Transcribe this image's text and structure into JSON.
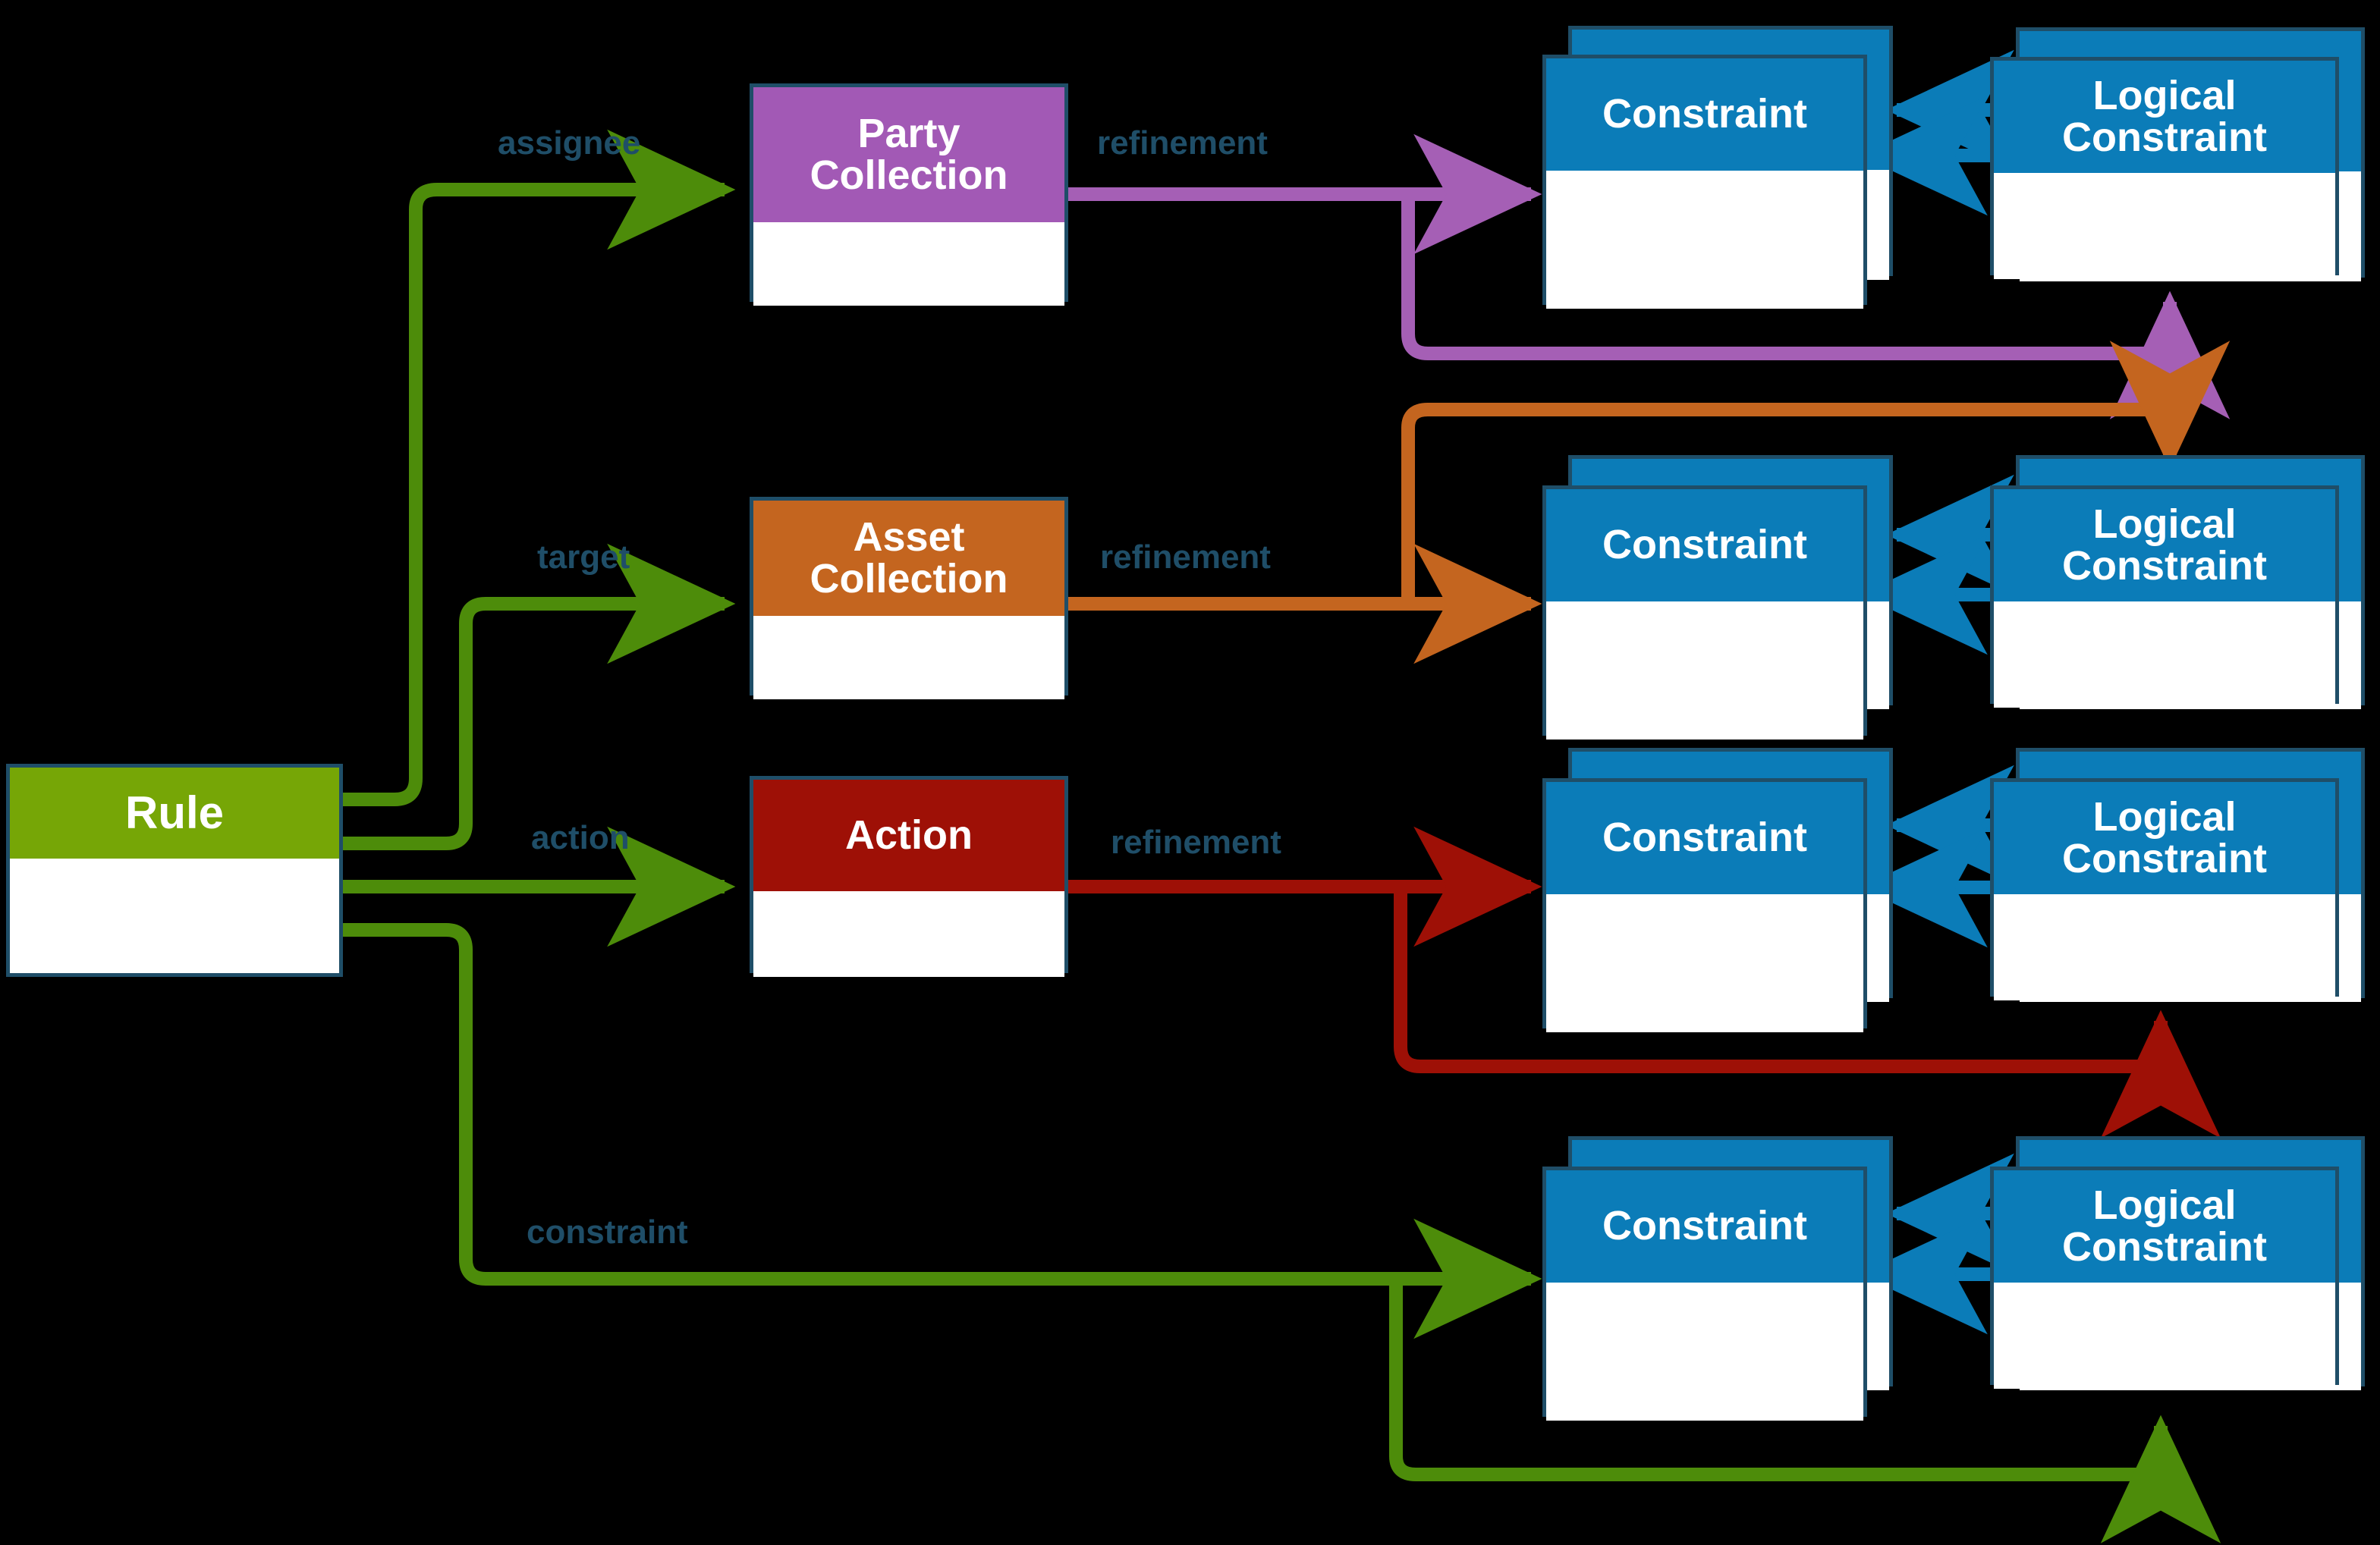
{
  "diagram": {
    "title": "ODRL Rule refinement model",
    "background_color": "#000000",
    "border_color": "#1f4e68",
    "label_color": "#1f4e68",
    "colors": {
      "rule_green": "#76a606",
      "party_purple": "#a259b5",
      "asset_orange": "#c4651f",
      "action_red": "#9e1006",
      "constraint_blue": "#0b7cb8",
      "edge_green": "#4d8c0a",
      "edge_purple": "#a55fb5",
      "edge_orange": "#c4651f",
      "edge_red": "#9e1006",
      "edge_blue": "#0b7cb8"
    }
  },
  "nodes": {
    "rule": {
      "label": "Rule",
      "color": "#76a606"
    },
    "party_collection": {
      "label": "Party\nCollection",
      "line1": "Party",
      "line2": "Collection",
      "color": "#a259b5"
    },
    "asset_collection": {
      "label": "Asset\nCollection",
      "line1": "Asset",
      "line2": "Collection",
      "color": "#c4651f"
    },
    "action": {
      "label": "Action",
      "color": "#9e1006"
    },
    "constraint": {
      "label": "Constraint",
      "color": "#0b7cb8"
    },
    "logical_constraint": {
      "label": "Logical\nConstraint",
      "line1": "Logical",
      "line2": "Constraint",
      "color": "#0b7cb8"
    }
  },
  "rows": [
    {
      "id": "assignee-row",
      "edge_from_rule": "assignee",
      "mid_node": "Party Collection",
      "refinement_label": "refinement",
      "constraint_label": "Constraint",
      "logical_label_1": "Logical",
      "logical_label_2": "Constraint",
      "edge_color": "#a55fb5"
    },
    {
      "id": "target-row",
      "edge_from_rule": "target",
      "mid_node": "Asset Collection",
      "refinement_label": "refinement",
      "constraint_label": "Constraint",
      "logical_label_1": "Logical",
      "logical_label_2": "Constraint",
      "edge_color": "#c4651f"
    },
    {
      "id": "action-row",
      "edge_from_rule": "action",
      "mid_node": "Action",
      "refinement_label": "refinement",
      "constraint_label": "Constraint",
      "logical_label_1": "Logical",
      "logical_label_2": "Constraint",
      "edge_color": "#9e1006"
    },
    {
      "id": "constraint-row",
      "edge_from_rule": "constraint",
      "mid_node": null,
      "refinement_label": null,
      "constraint_label": "Constraint",
      "logical_label_1": "Logical",
      "logical_label_2": "Constraint",
      "edge_color": "#4d8c0a"
    }
  ],
  "edge_labels": {
    "assignee": "assignee",
    "target": "target",
    "action": "action",
    "constraint": "constraint",
    "refinement_1": "refinement",
    "refinement_2": "refinement",
    "refinement_3": "refinement"
  },
  "box_labels": {
    "rule": "Rule",
    "party_l1": "Party",
    "party_l2": "Collection",
    "asset_l1": "Asset",
    "asset_l2": "Collection",
    "action": "Action",
    "c1": "Constraint",
    "c2": "Constraint",
    "c3": "Constraint",
    "c4": "Constraint",
    "lc1_l1": "Logical",
    "lc1_l2": "Constraint",
    "lc2_l1": "Logical",
    "lc2_l2": "Constraint",
    "lc3_l1": "Logical",
    "lc3_l2": "Constraint",
    "lc4_l1": "Logical",
    "lc4_l2": "Constraint"
  }
}
